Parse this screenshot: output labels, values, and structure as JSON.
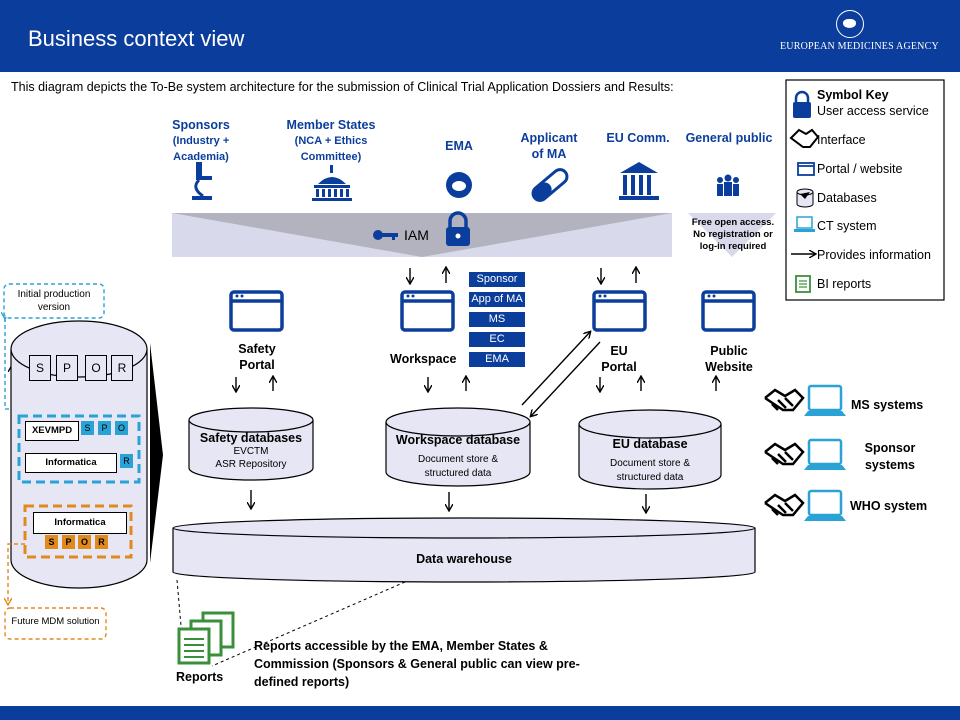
{
  "header": {
    "title": "Business context view",
    "logo_text": "EUROPEAN MEDICINES AGENCY"
  },
  "intro": "This diagram depicts the To-Be system architecture for the submission of Clinical Trial Application Dossiers and Results:",
  "actors": {
    "sponsors": [
      "Sponsors",
      "(Industry +",
      "Academia)"
    ],
    "member_states": [
      "Member States",
      "(NCA + Ethics",
      "Committee)"
    ],
    "ema": "EMA",
    "applicant": [
      "Applicant",
      "of MA"
    ],
    "eu_comm": "EU Comm.",
    "general_public": "General public"
  },
  "iam": {
    "label": "IAM"
  },
  "public_note": [
    "Free open access.",
    "No registration or",
    "log-in required"
  ],
  "portals": {
    "safety": [
      "Safety",
      "Portal"
    ],
    "workspace": "Workspace",
    "eu": [
      "EU",
      "Portal"
    ],
    "public": [
      "Public",
      "Website"
    ]
  },
  "workspace_tags": [
    "Sponsor",
    "App of MA",
    "MS",
    "EC",
    "EMA"
  ],
  "databases": {
    "safety": {
      "title": "Safety databases",
      "lines": [
        "EVCTM",
        "ASR Repository"
      ]
    },
    "workspace": {
      "title": "Workspace database",
      "lines": [
        "Document store &",
        "structured data"
      ]
    },
    "eu": {
      "title": "EU database",
      "lines": [
        "Document store &",
        "structured data"
      ]
    }
  },
  "data_warehouse": "Data warehouse",
  "spor": {
    "letters": [
      "S",
      "P",
      "O",
      "R"
    ],
    "initial_production": [
      "Initial production",
      "version"
    ],
    "xevmpd": "XEVMPD",
    "xevmpd_letters": [
      "S",
      "P",
      "O"
    ],
    "informatica": "Informatica",
    "informatica_letter": "R",
    "future_informatica": "Informatica",
    "future_letters": [
      "S",
      "P",
      "O",
      "R"
    ],
    "future_mdm": "Future MDM solution"
  },
  "reports": {
    "label": "Reports",
    "description": [
      "Reports accessible by the EMA, Member States &",
      "Commission (Sponsors & General public can view pre-",
      "defined reports)"
    ]
  },
  "external_systems": {
    "ms": "MS systems",
    "sponsor": [
      "Sponsor",
      "systems"
    ],
    "who": "WHO system"
  },
  "symbol_key": {
    "title": "Symbol Key",
    "items": [
      "User access service",
      "Interface",
      "Portal / website",
      "Databases",
      "CT system",
      "Provides information",
      "BI reports"
    ]
  },
  "colors": {
    "brand_blue": "#0b3e9c",
    "light_blue": "#29a3d6",
    "orange": "#e08a1e",
    "db_fill": "#e6e6f5",
    "iam_fill": "#d9d9ec"
  }
}
